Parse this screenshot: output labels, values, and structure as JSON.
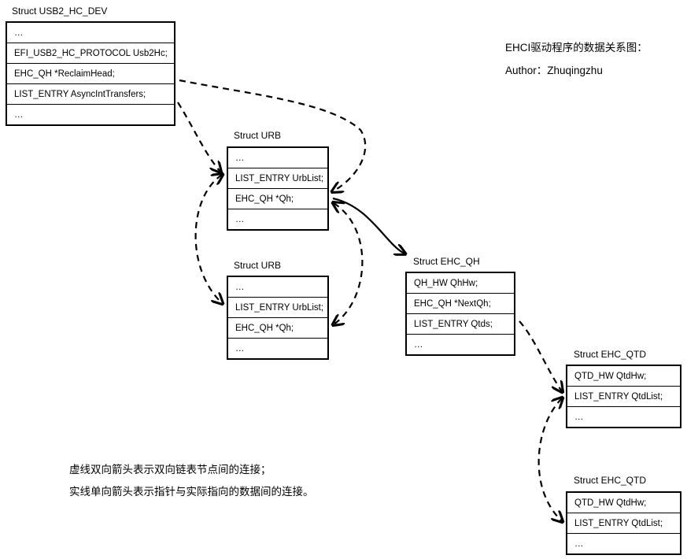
{
  "header": {
    "title": "EHCI驱动程序的数据关系图：",
    "author": "Author：Zhuqingzhu"
  },
  "structs": {
    "usb2_hc_dev": {
      "title": "Struct USB2_HC_DEV",
      "fields": [
        "…",
        "EFI_USB2_HC_PROTOCOL Usb2Hc;",
        "EHC_QH *ReclaimHead;",
        "LIST_ENTRY AsyncIntTransfers;",
        "…"
      ]
    },
    "urb1": {
      "title": "Struct URB",
      "fields": [
        "…",
        "LIST_ENTRY UrbList;",
        "EHC_QH *Qh;",
        "…"
      ]
    },
    "urb2": {
      "title": "Struct URB",
      "fields": [
        "…",
        "LIST_ENTRY UrbList;",
        "EHC_QH *Qh;",
        "…"
      ]
    },
    "ehc_qh": {
      "title": "Struct EHC_QH",
      "fields": [
        "QH_HW QhHw;",
        "EHC_QH *NextQh;",
        "LIST_ENTRY Qtds;",
        "…"
      ]
    },
    "qtd1": {
      "title": "Struct EHC_QTD",
      "fields": [
        "QTD_HW QtdHw;",
        "LIST_ENTRY QtdList;",
        "…"
      ]
    },
    "qtd2": {
      "title": "Struct EHC_QTD",
      "fields": [
        "QTD_HW QtdHw;",
        "LIST_ENTRY QtdList;",
        "…"
      ]
    }
  },
  "legend": {
    "dashed": "虚线双向箭头表示双向链表节点间的连接；",
    "solid": "实线单向箭头表示指针与实际指向的数据间的连接。"
  }
}
